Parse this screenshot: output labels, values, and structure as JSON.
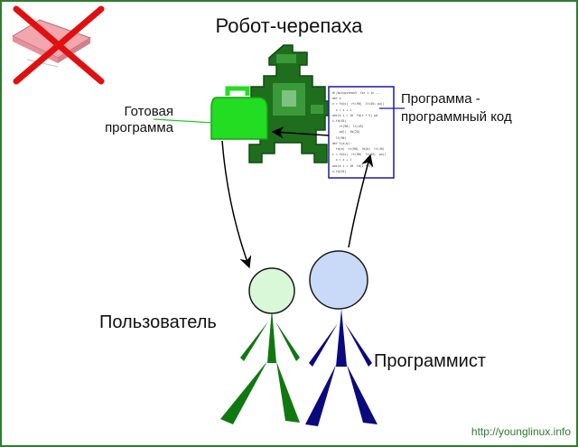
{
  "title": "Робот-черепаха",
  "labels": {
    "ready_program": [
      "Готовая",
      "программа"
    ],
    "program_code": [
      "Программа -",
      "программный код"
    ],
    "user": "Пользователь",
    "programmer": "Программист"
  },
  "footer": {
    "url": "http://younglinux.info"
  },
  "code_lines": [
    "#!/bin/python3  for i in ...",
    "def s",
    "c = fd(x)  rt(90)  lt(45) pu()",
    "  x = x + 1",
    "while i < 10  fd(i * 5) pd",
    "s.fd(45)",
    "    rt(90)  lt(45)",
    "    pd()  fd(25)",
    "  lt(90)",
    "def t(a,b):",
    "  fd(a)  rt(90)  fd(b)  lt(45)",
    "c = fd(x)  rt(90)  lt(45)  pu()",
    "  x = x + 1",
    "while i < 10  fd(i * 5)",
    "s.fd(45)"
  ],
  "colors": {
    "turtle_dark": "#1e6e1e",
    "turtle_mid": "#3a9a3a",
    "turtle_light": "#7dc27d",
    "bag": "#22dd22",
    "user_head": "#d8f8d8",
    "user_body": "#107810",
    "programmer_head": "#c8daf8",
    "programmer_body": "#0a0a7e",
    "code_frame": "#1a1aa8",
    "pointer_line": "#22cc22",
    "footer": "#2f7d2f"
  }
}
